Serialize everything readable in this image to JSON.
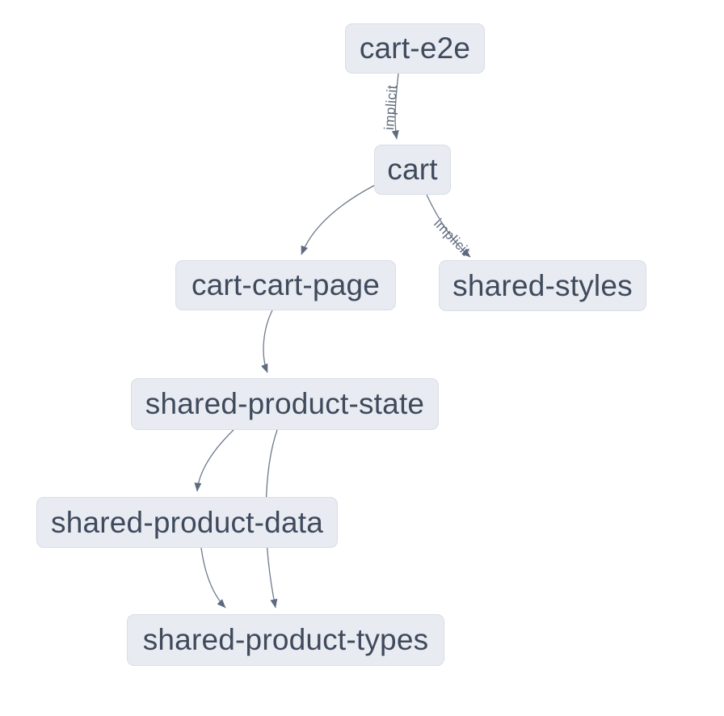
{
  "diagram": {
    "type": "dependency-graph",
    "nodes": [
      {
        "id": "cart-e2e",
        "label": "cart-e2e"
      },
      {
        "id": "cart",
        "label": "cart"
      },
      {
        "id": "cart-cart-page",
        "label": "cart-cart-page"
      },
      {
        "id": "shared-styles",
        "label": "shared-styles"
      },
      {
        "id": "shared-product-state",
        "label": "shared-product-state"
      },
      {
        "id": "shared-product-data",
        "label": "shared-product-data"
      },
      {
        "id": "shared-product-types",
        "label": "shared-product-types"
      }
    ],
    "edges": [
      {
        "from": "cart-e2e",
        "to": "cart",
        "label": "implicit"
      },
      {
        "from": "cart",
        "to": "cart-cart-page",
        "label": ""
      },
      {
        "from": "cart",
        "to": "shared-styles",
        "label": "implicit"
      },
      {
        "from": "cart-cart-page",
        "to": "shared-product-state",
        "label": ""
      },
      {
        "from": "shared-product-state",
        "to": "shared-product-data",
        "label": ""
      },
      {
        "from": "shared-product-state",
        "to": "shared-product-types",
        "label": ""
      },
      {
        "from": "shared-product-data",
        "to": "shared-product-types",
        "label": ""
      }
    ],
    "colors": {
      "background": "#ffffff",
      "node_fill": "#e8ebf1",
      "node_text": "#3f4a5c",
      "edge": "#6e7a8c",
      "edge_label": "#5f6a7c"
    }
  }
}
